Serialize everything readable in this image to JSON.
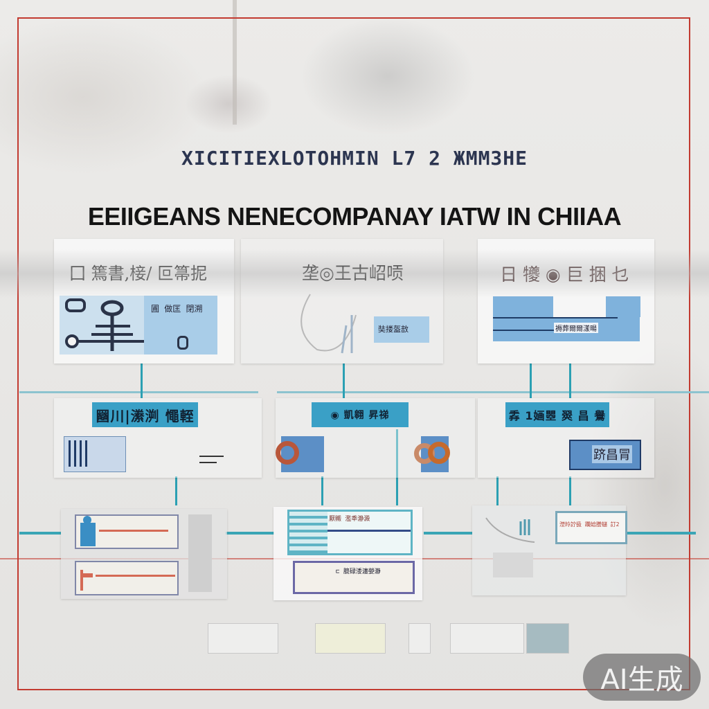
{
  "header": {
    "title_line1": "XICITIEXLOTOHMIN L7 2 ЖММЗНЕ",
    "title_line2": "EEIIGEANS NENECOMPANAY IATW IN CHIIAA"
  },
  "row1": [
    {
      "heading": "囗 篶書,椄/ 叵箒抳",
      "label": "圃 做匡 閉溯",
      "icon": "organization-tree-icon"
    },
    {
      "heading": "垄◎王古岹唝",
      "label": "奘搂盔敨",
      "icon": "timeline-icon"
    },
    {
      "heading": "日 犪 ◉ 巨 捆 乜",
      "label": "褥葬爾爾漾暘",
      "icon": "flowchart-icon"
    }
  ],
  "row2": [
    {
      "badge": "圝川|潫㴊 憴輊",
      "icon": "grid-table-icon"
    },
    {
      "badge": "◉ 凱翱 昇祶",
      "icon": "ring-chart-icon"
    },
    {
      "badge": "掱 1婳瞾 翜 昌 鸒",
      "sub": "跻昌冐",
      "icon": "profile-icon"
    }
  ],
  "row3": [
    {
      "label": "",
      "icon": "person-icon"
    },
    {
      "label": "厭毈 濫秊瀞澱",
      "sub": "⊏ 膍碌涹瀍嫈瀞",
      "icon": "form-icon"
    },
    {
      "label": "漜皊詝扱 躝婄謄蠩 訂2",
      "icon": "hand-icon"
    }
  ],
  "watermark": {
    "label": "AI生成"
  },
  "colors": {
    "frame": "#c23a30",
    "teal": "#3aa0c6",
    "connector": "#2ba0b3",
    "panel_blue": "#a9cde8",
    "title_dark": "#2c3550"
  }
}
